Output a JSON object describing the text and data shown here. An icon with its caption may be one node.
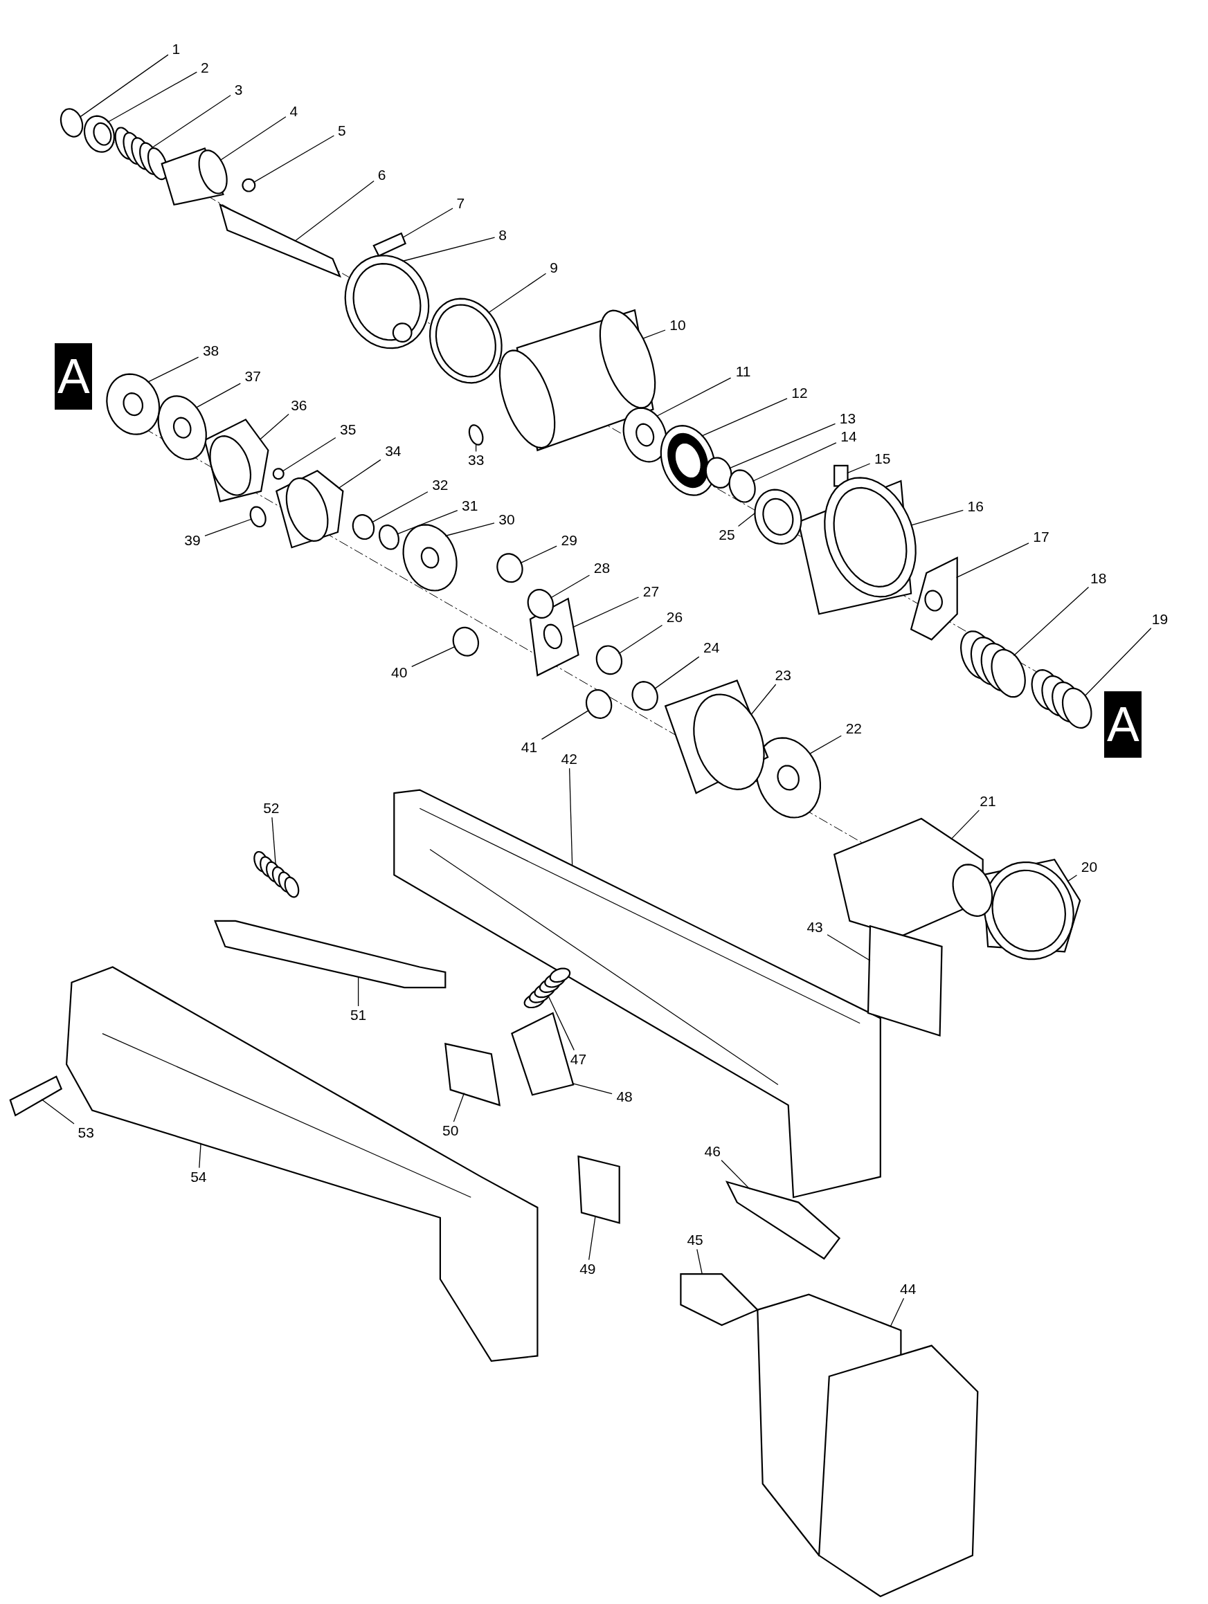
{
  "diagram": {
    "nodes": [
      {
        "text": [
          "1"
        ]
      },
      {
        "text": [
          "2"
        ]
      },
      {
        "text": [
          "3"
        ]
      },
      {
        "text": [
          "4"
        ]
      },
      {
        "text": [
          "5"
        ]
      },
      {
        "text": [
          "6"
        ]
      },
      {
        "text": [
          "7"
        ]
      },
      {
        "text": [
          "8"
        ]
      },
      {
        "text": [
          "9"
        ]
      },
      {
        "text": [
          "10"
        ]
      },
      {
        "text": [
          "11"
        ]
      },
      {
        "text": [
          "12"
        ]
      },
      {
        "text": [
          "13"
        ]
      },
      {
        "text": [
          "14"
        ]
      },
      {
        "text": [
          "15"
        ]
      },
      {
        "text": [
          "16"
        ]
      },
      {
        "text": [
          "17"
        ]
      },
      {
        "text": [
          "18"
        ]
      },
      {
        "text": [
          "19"
        ]
      },
      {
        "text": [
          "20"
        ]
      },
      {
        "text": [
          "21"
        ]
      },
      {
        "text": [
          "22"
        ]
      },
      {
        "text": [
          "23"
        ]
      },
      {
        "text": [
          "24"
        ]
      },
      {
        "text": [
          "25"
        ]
      },
      {
        "text": [
          "26"
        ]
      },
      {
        "text": [
          "27"
        ]
      },
      {
        "text": [
          "28"
        ]
      },
      {
        "text": [
          "29"
        ]
      },
      {
        "text": [
          "30"
        ]
      },
      {
        "text": [
          "31"
        ]
      },
      {
        "text": [
          "32"
        ]
      },
      {
        "text": [
          "33"
        ]
      },
      {
        "text": [
          "34"
        ]
      },
      {
        "text": [
          "35"
        ]
      },
      {
        "text": [
          "36"
        ]
      },
      {
        "text": [
          "37"
        ]
      },
      {
        "text": [
          "38"
        ]
      },
      {
        "text": [
          "39"
        ]
      },
      {
        "text": [
          "40"
        ]
      },
      {
        "text": [
          "41"
        ]
      },
      {
        "text": [
          "42"
        ]
      },
      {
        "text": [
          "43"
        ]
      },
      {
        "text": [
          "44"
        ]
      },
      {
        "text": [
          "45"
        ]
      },
      {
        "text": [
          "46"
        ]
      },
      {
        "text": [
          "47"
        ]
      },
      {
        "text": [
          "48"
        ]
      },
      {
        "text": [
          "49"
        ]
      },
      {
        "text": [
          "50"
        ]
      },
      {
        "text": [
          "51"
        ]
      },
      {
        "text": [
          "52"
        ]
      },
      {
        "text": [
          "53"
        ]
      },
      {
        "text": [
          "54"
        ]
      },
      {
        "text": [
          "A"
        ]
      },
      {
        "text": [
          "A"
        ]
      },
      {
        "text": [],
        "shape": "circle"
      },
      {
        "text": [],
        "shape": "picture"
      },
      {
        "text": [],
        "shape": "picture"
      },
      {
        "text": [],
        "shape": "picture"
      },
      {
        "text": [],
        "shape": "circle"
      },
      {
        "text": [],
        "shape": "box"
      },
      {
        "text": [],
        "shape": "box"
      },
      {
        "text": [],
        "shape": "picture"
      },
      {
        "text": [],
        "shape": "picture"
      },
      {
        "text": [],
        "shape": "picture"
      },
      {
        "text": [],
        "shape": "picture"
      },
      {
        "text": [],
        "shape": "picture"
      },
      {
        "text": [],
        "shape": "circle"
      },
      {
        "text": [],
        "shape": "circle"
      },
      {
        "text": [],
        "shape": "box"
      },
      {
        "text": [],
        "shape": "picture"
      },
      {
        "text": [],
        "shape": "picture"
      },
      {
        "text": [],
        "shape": "picture"
      },
      {
        "text": [],
        "shape": "picture"
      },
      {
        "text": [],
        "shape": "picture"
      },
      {
        "text": [],
        "shape": "picture"
      },
      {
        "text": [],
        "shape": "picture"
      },
      {
        "text": [],
        "shape": "picture"
      },
      {
        "text": [],
        "shape": "circle"
      },
      {
        "text": [],
        "shape": "picture"
      },
      {
        "text": [],
        "shape": "circle"
      },
      {
        "text": [],
        "shape": "picture"
      },
      {
        "text": [],
        "shape": "circle"
      },
      {
        "text": [],
        "shape": "circle"
      },
      {
        "text": [],
        "shape": "picture"
      },
      {
        "text": [],
        "shape": "circle"
      },
      {
        "text": [],
        "shape": "circle"
      },
      {
        "text": [],
        "shape": "circle"
      },
      {
        "text": [],
        "shape": "picture"
      },
      {
        "text": [],
        "shape": "circle"
      },
      {
        "text": [],
        "shape": "picture"
      },
      {
        "text": [],
        "shape": "picture"
      },
      {
        "text": [],
        "shape": "picture"
      },
      {
        "text": [],
        "shape": "circle"
      },
      {
        "text": [],
        "shape": "circle"
      },
      {
        "text": [],
        "shape": "circle"
      },
      {
        "text": [],
        "shape": "picture"
      },
      {
        "text": [],
        "shape": "box"
      },
      {
        "text": [],
        "shape": "picture"
      },
      {
        "text": [],
        "shape": "box"
      },
      {
        "text": [],
        "shape": "box"
      },
      {
        "text": [],
        "shape": "picture"
      },
      {
        "text": [],
        "shape": "box"
      },
      {
        "text": [],
        "shape": "box"
      },
      {
        "text": [],
        "shape": "box"
      },
      {
        "text": [],
        "shape": "box"
      },
      {
        "text": [],
        "shape": "picture"
      },
      {
        "text": [],
        "shape": "box"
      },
      {
        "text": [],
        "shape": "picture"
      }
    ],
    "edges": [
      {
        "from": 0,
        "to": 56,
        "arrow": "none"
      },
      {
        "from": 1,
        "to": 57,
        "arrow": "none"
      },
      {
        "from": 2,
        "to": 58,
        "arrow": "none"
      },
      {
        "from": 3,
        "to": 59,
        "arrow": "none"
      },
      {
        "from": 4,
        "to": 60,
        "arrow": "none"
      },
      {
        "from": 5,
        "to": 61,
        "arrow": "none"
      },
      {
        "from": 6,
        "to": 62,
        "arrow": "none"
      },
      {
        "from": 7,
        "to": 63,
        "arrow": "none"
      },
      {
        "from": 8,
        "to": 64,
        "arrow": "none"
      },
      {
        "from": 9,
        "to": 65,
        "arrow": "none"
      },
      {
        "from": 10,
        "to": 66,
        "arrow": "none"
      },
      {
        "from": 11,
        "to": 67,
        "arrow": "none"
      },
      {
        "from": 12,
        "to": 68,
        "arrow": "none"
      },
      {
        "from": 13,
        "to": 69,
        "arrow": "none"
      },
      {
        "from": 14,
        "to": 70,
        "arrow": "none"
      },
      {
        "from": 15,
        "to": 71,
        "arrow": "none"
      },
      {
        "from": 16,
        "to": 72,
        "arrow": "none"
      },
      {
        "from": 17,
        "to": 73,
        "arrow": "none"
      },
      {
        "from": 18,
        "to": 74,
        "arrow": "none"
      },
      {
        "from": 19,
        "to": 75,
        "arrow": "none"
      },
      {
        "from": 20,
        "to": 76,
        "arrow": "none"
      },
      {
        "from": 21,
        "to": 77,
        "arrow": "none"
      },
      {
        "from": 22,
        "to": 78,
        "arrow": "none"
      },
      {
        "from": 23,
        "to": 79,
        "arrow": "none"
      },
      {
        "from": 24,
        "to": 80,
        "arrow": "none"
      },
      {
        "from": 25,
        "to": 81,
        "arrow": "none"
      },
      {
        "from": 26,
        "to": 82,
        "arrow": "none"
      },
      {
        "from": 27,
        "to": 83,
        "arrow": "none"
      },
      {
        "from": 28,
        "to": 84,
        "arrow": "none"
      },
      {
        "from": 29,
        "to": 85,
        "arrow": "none"
      },
      {
        "from": 30,
        "to": 86,
        "arrow": "none"
      },
      {
        "from": 31,
        "to": 87,
        "arrow": "none"
      },
      {
        "from": 32,
        "to": 88,
        "arrow": "none"
      },
      {
        "from": 33,
        "to": 89,
        "arrow": "none"
      },
      {
        "from": 34,
        "to": 90,
        "arrow": "none"
      },
      {
        "from": 35,
        "to": 91,
        "arrow": "none"
      },
      {
        "from": 36,
        "to": 92,
        "arrow": "none"
      },
      {
        "from": 37,
        "to": 93,
        "arrow": "none"
      },
      {
        "from": 38,
        "to": 94,
        "arrow": "none"
      },
      {
        "from": 39,
        "to": 95,
        "arrow": "none"
      },
      {
        "from": 40,
        "to": 96,
        "arrow": "none"
      },
      {
        "from": 41,
        "to": 97,
        "arrow": "none"
      },
      {
        "from": 42,
        "to": 98,
        "arrow": "none"
      },
      {
        "from": 43,
        "to": 99,
        "arrow": "none"
      },
      {
        "from": 44,
        "to": 100,
        "arrow": "none"
      },
      {
        "from": 45,
        "to": 101,
        "arrow": "none"
      },
      {
        "from": 46,
        "to": 102,
        "arrow": "none"
      },
      {
        "from": 47,
        "to": 103,
        "arrow": "none"
      },
      {
        "from": 48,
        "to": 104,
        "arrow": "none"
      },
      {
        "from": 49,
        "to": 105,
        "arrow": "none"
      },
      {
        "from": 50,
        "to": 106,
        "arrow": "none"
      },
      {
        "from": 51,
        "to": 107,
        "arrow": "none"
      },
      {
        "from": 52,
        "to": 108,
        "arrow": "none"
      },
      {
        "from": 53,
        "to": 109,
        "arrow": "none"
      }
    ]
  }
}
